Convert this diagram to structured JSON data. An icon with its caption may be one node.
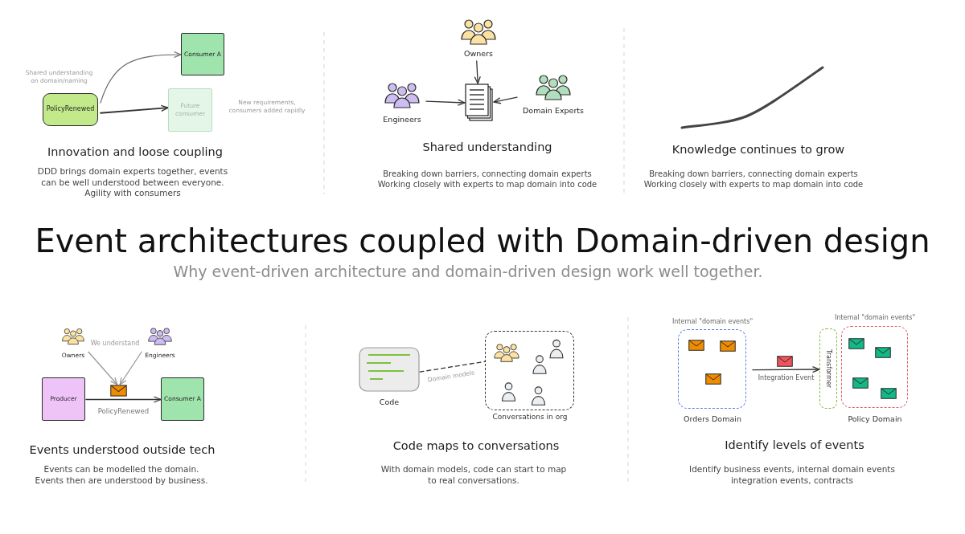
{
  "diagram": {
    "title": "Event architectures coupled with Domain-driven design",
    "nodes": [
      {
        "text": [
          "PolicyRenewed"
        ],
        "beside": [
          "Shared understanding on domain/naming"
        ]
      },
      {
        "text": [
          "Consumer A"
        ]
      },
      {
        "text": [
          "Future consumer"
        ],
        "beside": [
          "New requirements, consumers added rapidly"
        ]
      },
      {
        "text": [
          "Owners"
        ]
      },
      {
        "text": [
          "Engineers"
        ]
      },
      {
        "text": [],
        "shape": "document"
      },
      {
        "text": [
          "Domain Experts"
        ]
      },
      {
        "text": [
          "Owners"
        ]
      },
      {
        "text": [
          "Engineers"
        ]
      },
      {
        "text": [
          "Producer"
        ]
      },
      {
        "text": [],
        "shape": "envelope"
      },
      {
        "text": [
          "Consumer A"
        ]
      },
      {
        "text": [
          "Code"
        ]
      },
      {
        "text": [
          "Conversations in org"
        ]
      },
      {
        "text": [],
        "shape": "person",
        "in": 13
      },
      {
        "text": [],
        "shape": "person",
        "in": 13
      },
      {
        "text": [],
        "shape": "person",
        "in": 13
      },
      {
        "text": [],
        "shape": "person",
        "in": 13
      },
      {
        "text": [],
        "shape": "person",
        "in": 13
      },
      {
        "text": [
          "Internal \"domain events\"",
          "Orders Domain"
        ]
      },
      {
        "text": [],
        "shape": "envelope",
        "in": 19
      },
      {
        "text": [],
        "shape": "envelope",
        "in": 19
      },
      {
        "text": [],
        "shape": "envelope",
        "in": 19
      },
      {
        "text": [],
        "shape": "envelope"
      },
      {
        "text": [
          "Transformer"
        ]
      },
      {
        "text": [
          "Internal \"domain events\"",
          "Policy Domain"
        ]
      },
      {
        "text": [],
        "shape": "envelope",
        "in": 25
      },
      {
        "text": [],
        "shape": "envelope",
        "in": 25
      },
      {
        "text": [],
        "shape": "envelope",
        "in": 25
      },
      {
        "text": [],
        "shape": "envelope",
        "in": 25
      }
    ],
    "edges": [
      {
        "from": 0,
        "to": 1,
        "arrow": "to"
      },
      {
        "from": 0,
        "to": 2,
        "arrow": "to"
      },
      {
        "from": 3,
        "to": 5,
        "arrow": "to"
      },
      {
        "from": 4,
        "to": 5,
        "arrow": "to"
      },
      {
        "from": 6,
        "to": 5,
        "arrow": "to"
      },
      {
        "from": 7,
        "to": 10,
        "arrow": "to",
        "color": "#999999"
      },
      {
        "from": 8,
        "to": 10,
        "arrow": "to",
        "color": "#999999"
      },
      {
        "from": 9,
        "to": 11,
        "arrow": "to",
        "label": "PolicyRenewed"
      },
      {
        "from": 12,
        "to": 13,
        "arrow": "none",
        "label": "Domain models",
        "style": "dashed"
      },
      {
        "from": 19,
        "to": 24,
        "arrow": "to",
        "label": "Integration Event"
      }
    ],
    "labels": [
      "Innovation and loose coupling",
      "DDD brings domain experts together, events can be well understood between everyone. Agility with consumers",
      "Shared understanding",
      "Breaking down barriers, connecting domain experts Working closely with experts to map domain into code",
      "Knowledge continues to grow",
      "Breaking down barriers, connecting domain experts Working closely with experts to map domain into code",
      "Why event-driven architecture and domain-driven design work well together.",
      "We understand",
      "Events understood outside tech",
      "Events can be modelled the domain. Events then are understood by business.",
      "Code maps to conversations",
      "With domain models, code can start to map to real conversations.",
      "Identify levels of events",
      "Identify business events, internal domain events integration events, contracts"
    ]
  }
}
